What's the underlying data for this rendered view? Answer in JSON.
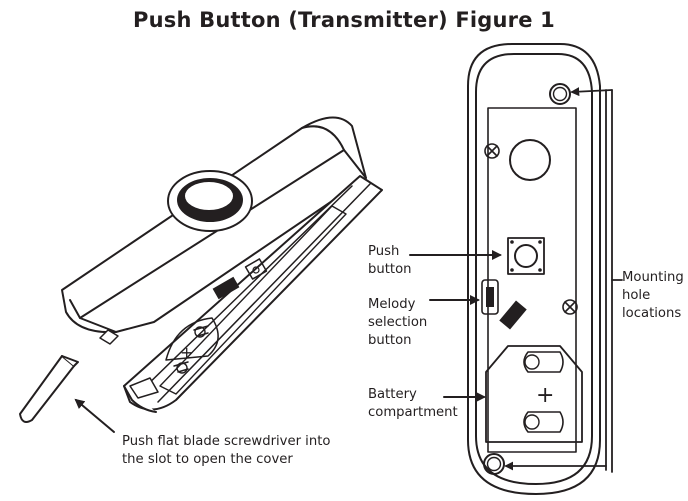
{
  "title": "Push Button (Transmitter) Figure 1",
  "labels": {
    "push_button": "Push\nbutton",
    "melody_selection_button": "Melody\nselection\nbutton",
    "battery_compartment": "Battery\ncompartment",
    "mounting_hole_locations": "Mounting\nhole\nlocations",
    "screwdriver_instruction": "Push flat blade screwdriver into\nthe slot to open the cover"
  },
  "symbols": {
    "battery_plus": "+",
    "small_plus": "+"
  },
  "colors": {
    "line": "#231f20",
    "background": "#ffffff"
  }
}
